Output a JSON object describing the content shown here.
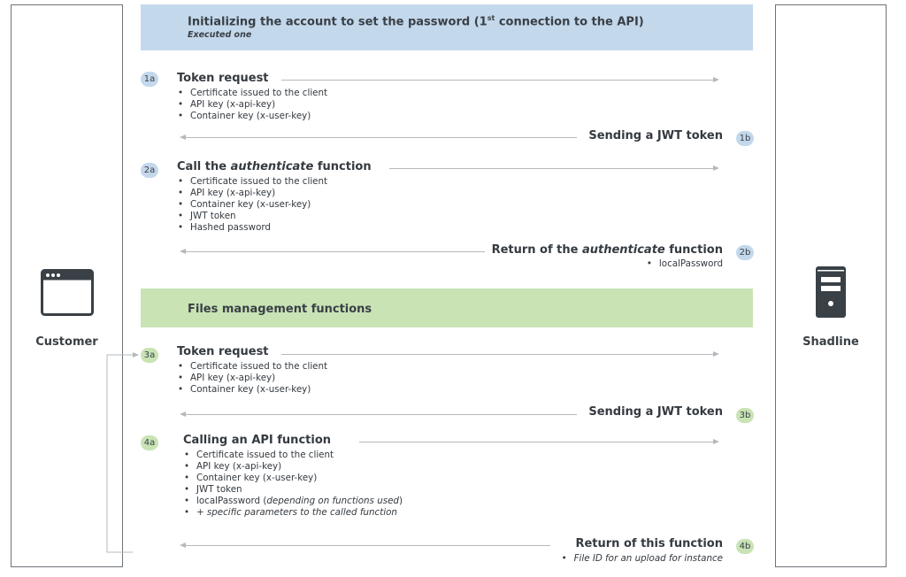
{
  "lanes": {
    "customer": {
      "label": "Customer",
      "icon": "browser-window-icon"
    },
    "shadline": {
      "label": "Shadline",
      "icon": "server-icon"
    }
  },
  "sections": {
    "init": {
      "title": "Initializing the account to set the password (1",
      "title_sup": "st",
      "title_rest": " connection to the API)",
      "subtitle": "Executed one",
      "color": "#c4d8ec"
    },
    "files": {
      "title": "Files management functions",
      "color": "#c9e3b5"
    }
  },
  "steps": {
    "s1a": {
      "badge": "1a",
      "title": "Token request",
      "items": [
        "Certificate issued to the client",
        "API key (x-api-key)",
        "Container key (x-user-key)"
      ]
    },
    "s1b": {
      "badge": "1b",
      "title": "Sending a JWT token"
    },
    "s2a": {
      "badge": "2a",
      "title_pre": "Call the ",
      "title_em": "authenticate",
      "title_post": " function",
      "items": [
        "Certificate issued to the client",
        "API key (x-api-key)",
        "Container key (x-user-key)",
        "JWT token",
        "Hashed password"
      ]
    },
    "s2b": {
      "badge": "2b",
      "title_pre": "Return of the ",
      "title_em": "authenticate",
      "title_post": " function",
      "items": [
        "localPassword"
      ]
    },
    "s3a": {
      "badge": "3a",
      "title": "Token request",
      "items": [
        "Certificate issued to the client",
        "API key (x-api-key)",
        "Container key (x-user-key)"
      ]
    },
    "s3b": {
      "badge": "3b",
      "title": "Sending a JWT token"
    },
    "s4a": {
      "badge": "4a",
      "title": "Calling an API function",
      "items": [
        "Certificate issued to the client",
        "API key (x-api-key)",
        "Container key (x-user-key)",
        "JWT token"
      ],
      "item_local_pre": "localPassword (",
      "item_local_em": "depending on functions used",
      "item_local_post": ")",
      "item_extra": "+ specific parameters to the called function"
    },
    "s4b": {
      "badge": "4b",
      "title": "Return of this function",
      "items": [
        "File ID for an upload for instance"
      ]
    }
  }
}
